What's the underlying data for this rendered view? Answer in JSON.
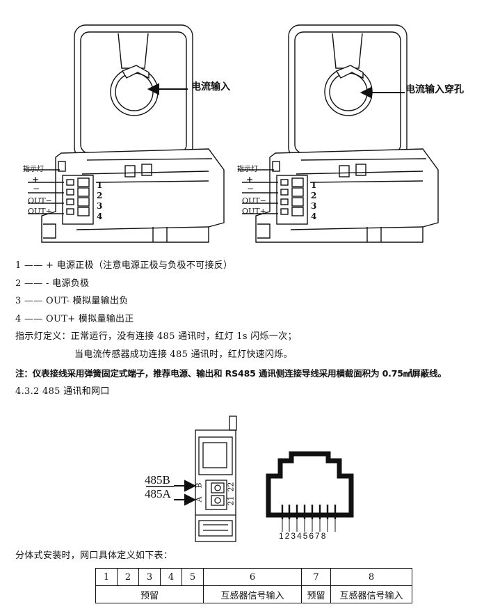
{
  "figure1": {
    "left_callout": "电流输入",
    "right_callout": "电流输入穿孔",
    "indicator_label": "指示灯",
    "terminal_signs": [
      "+",
      "−",
      "OUT−",
      "OUT+"
    ],
    "terminal_numbers": [
      "1",
      "2",
      "3",
      "4"
    ]
  },
  "definitions": [
    "1 —— + 电源正极（注意电源正极与负极不可接反）",
    "2 —— - 电源负极",
    "3 —— OUT- 模拟量输出负",
    "4 —— OUT+ 模拟量输出正"
  ],
  "indicator": {
    "line1": "指示灯定义：正常运行，没有连接 485 通讯时，红灯 1s 闪烁一次；",
    "line2": "当电流传感器成功连接 485 通讯时，红灯快速闪烁。"
  },
  "note": "注：仪表接线采用弹簧固定式端子，推荐电源、输出和 RS485 通讯侧连接导线采用横截面积为 0.75㎟屏蔽线。",
  "section_heading": "4.3.2  485 通讯和网口",
  "figure2": {
    "label_485b": "485B",
    "label_485a": "485A",
    "letter_b": "B",
    "letter_a": "A",
    "pin_22": "22",
    "pin_21": "21",
    "rj45_pins": "12345678"
  },
  "table_intro": "分体式安装时，网口具体定义如下表：",
  "pin_table": {
    "numbers": [
      "1",
      "2",
      "3",
      "4",
      "5",
      "6",
      "7",
      "8"
    ],
    "reserved": "预留",
    "ct_input": "互感器信号输入"
  }
}
